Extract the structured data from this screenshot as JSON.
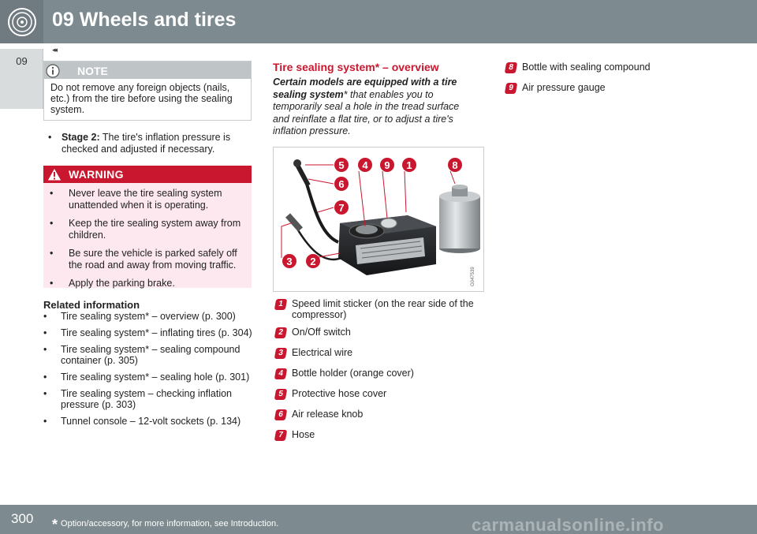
{
  "header": {
    "title": "09 Wheels and tires",
    "icon": "wheel-icon"
  },
  "sidetab": {
    "label": "09"
  },
  "continued": "◂◂",
  "note": {
    "title": "NOTE",
    "body": "Do not remove any foreign objects (nails, etc.) from the tire before using the sealing system."
  },
  "stage": {
    "bullet": "•",
    "label": "Stage 2:",
    "text": " The tire's inflation pressure is checked and adjusted if necessary."
  },
  "warning": {
    "title": "WARNING",
    "items": [
      "Never leave the tire sealing system unattended when it is operating.",
      "Keep the tire sealing system away from children.",
      "Be sure the vehicle is parked safely off the road and away from moving traffic.",
      "Apply the parking brake."
    ]
  },
  "related": {
    "title": "Related information",
    "items": [
      "Tire sealing system* – overview (p. 300)",
      "Tire sealing system* – inflating tires (p. 304)",
      "Tire sealing system* – sealing compound container (p. 305)",
      "Tire sealing system* – sealing hole (p. 301)",
      "Tire sealing system – checking inflation pressure (p. 303)",
      "Tunnel console – 12-volt sockets (p. 134)"
    ]
  },
  "section": {
    "title": "Tire sealing system* – overview",
    "intro_bold": "Certain models are equipped with a tire sealing system",
    "intro_rest": "* that enables you to temporarily seal a hole in the tread surface and reinflate a flat tire, or to adjust a tire's inflation pressure."
  },
  "figure": {
    "code": "G047539",
    "callouts": [
      "5",
      "4",
      "9",
      "1",
      "8",
      "6",
      "7",
      "3",
      "2"
    ]
  },
  "legend": [
    {
      "num": "1",
      "text": "Speed limit sticker (on the rear side of the compressor)"
    },
    {
      "num": "2",
      "text": "On/Off switch"
    },
    {
      "num": "3",
      "text": "Electrical wire"
    },
    {
      "num": "4",
      "text": "Bottle holder (orange cover)"
    },
    {
      "num": "5",
      "text": "Protective hose cover"
    },
    {
      "num": "6",
      "text": "Air release knob"
    },
    {
      "num": "7",
      "text": "Hose"
    },
    {
      "num": "8",
      "text": "Bottle with sealing compound"
    },
    {
      "num": "9",
      "text": "Air pressure gauge"
    }
  ],
  "footer": {
    "page": "300",
    "asterisk": "*",
    "note": "Option/accessory, for more information, see Introduction.",
    "watermark": "carmanualsonline.info"
  },
  "colors": {
    "header": "#7d8a8f",
    "accent": "#c9172f",
    "warning_bg": "#fce8ee"
  }
}
